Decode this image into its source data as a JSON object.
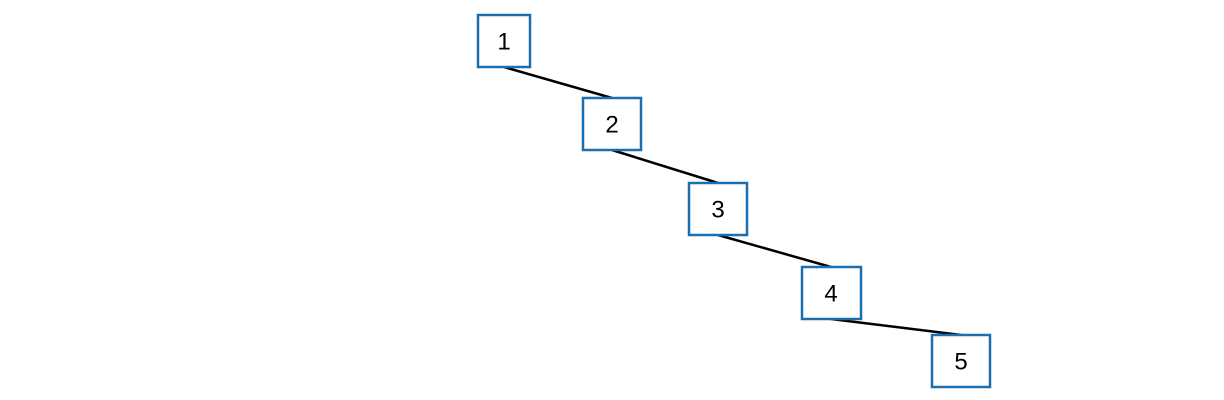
{
  "diagram": {
    "nodes": [
      {
        "id": "n1",
        "label": "1"
      },
      {
        "id": "n2",
        "label": "2"
      },
      {
        "id": "n3",
        "label": "3"
      },
      {
        "id": "n4",
        "label": "4"
      },
      {
        "id": "n5",
        "label": "5"
      }
    ],
    "edges": [
      {
        "from": "n1",
        "to": "n2"
      },
      {
        "from": "n2",
        "to": "n3"
      },
      {
        "from": "n3",
        "to": "n4"
      },
      {
        "from": "n4",
        "to": "n5"
      }
    ],
    "colors": {
      "node_border": "#1a6fb0",
      "edge": "#000000",
      "label": "#000000"
    }
  }
}
